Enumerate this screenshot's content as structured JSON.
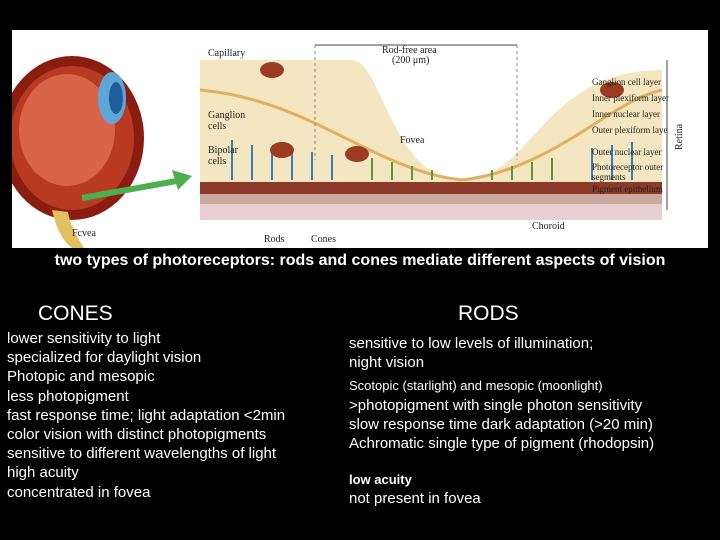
{
  "figure": {
    "labels": {
      "capillary": "Capillary",
      "rod_free_area": "Rod-free area",
      "rod_free_size": "(200 μm)",
      "ganglion": "Ganglion",
      "ganglion2": "cells",
      "bipolar": "Bipolar",
      "bipolar2": "cells",
      "fovea_center": "Fovea",
      "fovea_eye": "Fcvea",
      "rods": "Rods",
      "cones": "Cones",
      "choroid": "Choroid",
      "retina": "Retina",
      "layers": [
        "Ganglion cell layer",
        "Inner plexiform layer",
        "Inner nuclear layer",
        "Outer plexiform laye",
        "Outer nuclear layer",
        "Photoreceptor outer",
        "segments",
        "Pigment epithelium"
      ]
    }
  },
  "caption": "two types of photoreceptors: rods and cones mediate different aspects of vision",
  "cones": {
    "title": "CONES",
    "lines": [
      "lower sensitivity to light",
      "specialized for daylight vision",
      "Photopic and mesopic",
      "less photopigment",
      "fast response time; light adaptation <2min",
      "color vision with distinct photopigments",
      "sensitive to different wavelengths of light",
      "high acuity",
      "concentrated in fovea"
    ]
  },
  "rods": {
    "title": "RODS",
    "line1": "sensitive to low levels of illumination;",
    "line2": "night vision",
    "line3": "Scotopic (starlight) and mesopic (moonlight)",
    "line4": ">photopigment with single photon sensitivity",
    "line5": "slow response time dark adaptation (>20 min)",
    "line6": "Achromatic single type of pigment (rhodopsin)",
    "line7": "low acuity",
    "line8": "not present in fovea"
  }
}
